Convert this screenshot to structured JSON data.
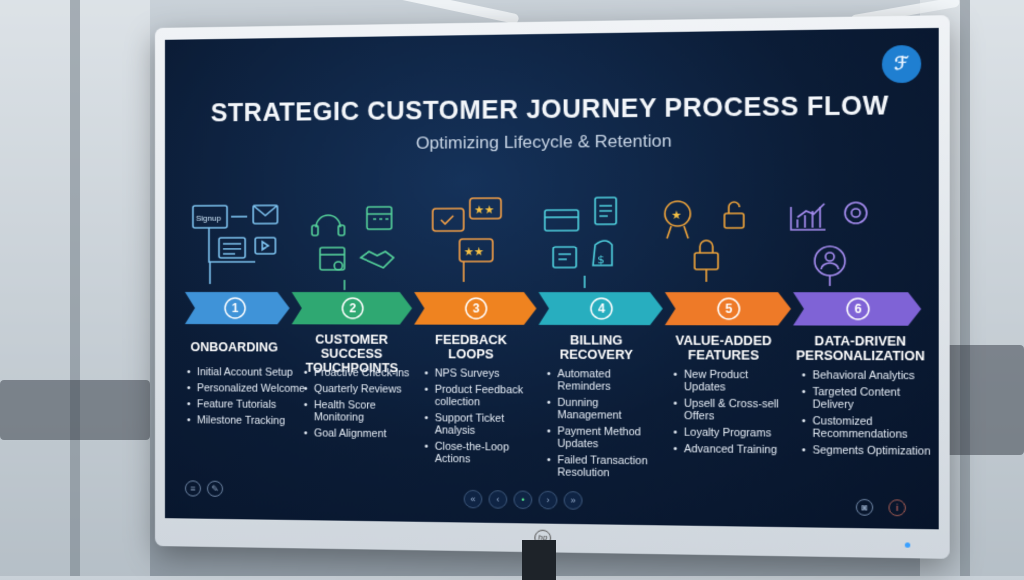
{
  "screen": {
    "title": "STRATEGIC CUSTOMER JOURNEY PROCESS FLOW",
    "subtitle": "Optimizing Lifecycle & Retention",
    "brand_icon": "ℱ"
  },
  "colors": {
    "stage1": "#4aa3e0",
    "stage2": "#33b07a",
    "stage3": "#f08a22",
    "stage4": "#2fb4c6",
    "stage5": "#f0812a",
    "stage6": "#8c6fe0"
  },
  "stages": [
    {
      "number": "1",
      "title": "ONBOARDING",
      "icon": "signup-form-icon",
      "signup_text": "Signup",
      "bullets": [
        "Initial Account Setup",
        "Personalized Welcome",
        "Feature Tutorials",
        "Milestone Tracking"
      ]
    },
    {
      "number": "2",
      "title": "CUSTOMER SUCCESS TOUCHPOINTS",
      "icon": "headset-calendar-handshake-icon",
      "bullets": [
        "Proactive Check-ins",
        "Quarterly Reviews",
        "Health Score Monitoring",
        "Goal Alignment"
      ]
    },
    {
      "number": "3",
      "title": "FEEDBACK LOOPS",
      "icon": "chat-stars-icon",
      "bullets": [
        "NPS Surveys",
        "Product Feedback collection",
        "Support Ticket Analysis",
        "Close-the-Loop Actions"
      ]
    },
    {
      "number": "4",
      "title": "BILLING RECOVERY",
      "icon": "card-invoice-money-icon",
      "bullets": [
        "Automated Reminders",
        "Dunning Management",
        "Payment Method Updates",
        "Failed Transaction Resolution"
      ]
    },
    {
      "number": "5",
      "title": "VALUE-ADDED FEATURES",
      "icon": "badge-unlock-icon",
      "bullets": [
        "New Product Updates",
        "Upsell & Cross-sell Offers",
        "Loyalty Programs",
        "Advanced Training"
      ]
    },
    {
      "number": "6",
      "title": "DATA-DRIVEN PERSONALIZATION",
      "icon": "chart-gear-user-icon",
      "bullets": [
        "Behavioral Analytics",
        "Targeted Content Delivery",
        "Customized Recommendations",
        "Segments Optimization"
      ]
    }
  ],
  "footer": {
    "left_icons": [
      "menu-icon",
      "edit-icon"
    ],
    "pagination_icons": [
      "first-page-icon",
      "previous-page-icon",
      "home-icon",
      "next-page-icon",
      "last-page-icon"
    ],
    "pagination_glyphs": [
      "«",
      "‹",
      "•",
      "›",
      "»"
    ],
    "right_icons": [
      "camera-icon",
      "info-icon"
    ],
    "right_glyphs": [
      "◙",
      "i"
    ]
  }
}
